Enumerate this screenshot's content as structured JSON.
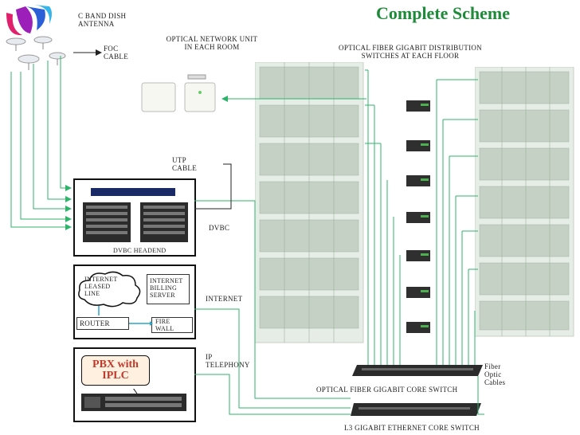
{
  "title": "Complete Scheme",
  "labels": {
    "dish": [
      "C BAND DISH",
      "ANTENNA"
    ],
    "foc": [
      "FOC",
      "CABLE"
    ],
    "onu": [
      "OPTICAL NETWORK UNIT",
      "IN EACH ROOM"
    ],
    "dist_switch": [
      "OPTICAL FIBER GIGABIT DISTRIBUTION",
      "SWITCHES AT EACH FLOOR"
    ],
    "utp": [
      "UTP",
      "CABLE"
    ],
    "dvbc": "DVBC",
    "headend": "DVBC HEADEND",
    "internet": "INTERNET",
    "ip_telephony": [
      "IP",
      "TELEPHONY"
    ],
    "fiber_optic": [
      "Fiber",
      "Optic",
      "Cables"
    ],
    "core_switch": "OPTICAL FIBER GIGABIT  CORE  SWITCH",
    "ethernet_switch": "L3 GIGABIT  ETHERNET CORE  SWITCH"
  },
  "internet_box": {
    "leased_line": [
      "INTERNET",
      "LEASED",
      "LINE"
    ],
    "billing": [
      "INTERNET",
      "BILLING",
      "SERVER"
    ],
    "router": "ROUTER",
    "firewall": [
      "FIRE",
      "WALL"
    ]
  },
  "pbx": {
    "callout": [
      "PBX with",
      "IPLC"
    ]
  },
  "colors": {
    "title": "#1e8a3a",
    "wire": "#2db36a",
    "router_arrow": "#2aa6c6",
    "pbx_text": "#c0392b",
    "pbx_fill": "#fff0e0"
  }
}
